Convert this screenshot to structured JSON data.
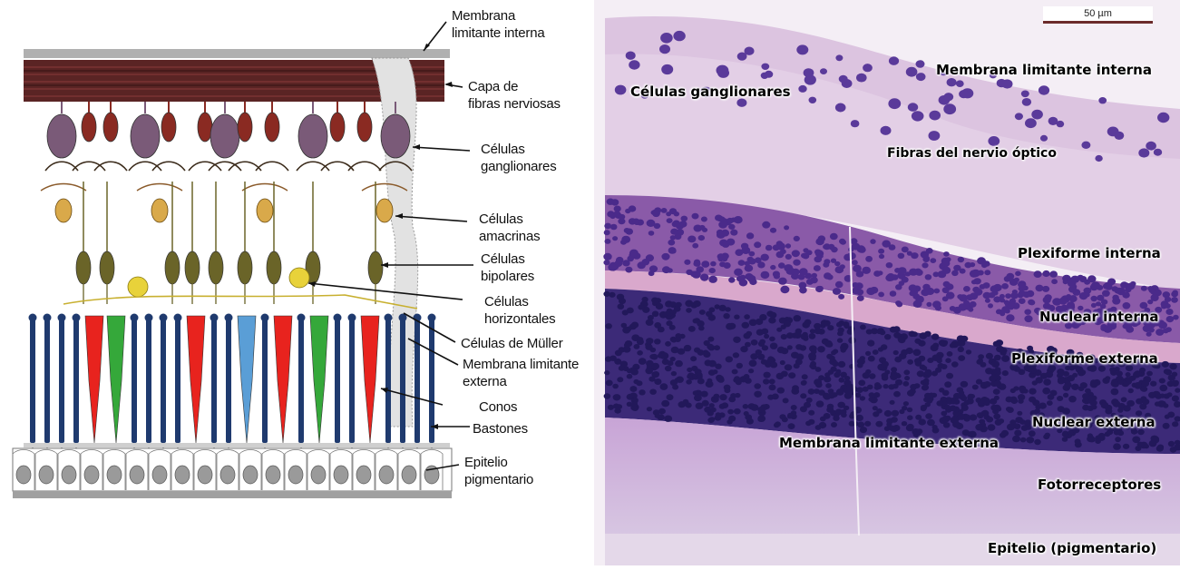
{
  "diagram": {
    "labels": {
      "ilm": [
        "Membrana",
        "limitante interna"
      ],
      "nfl": [
        "Capa de",
        "fibras nerviosas"
      ],
      "gc": [
        "Células",
        "ganglionares"
      ],
      "am": [
        "Células",
        "amacrinas"
      ],
      "bip": [
        "Células",
        "bipolares"
      ],
      "hor": [
        "Células",
        "horizontales"
      ],
      "muller": "Células de Müller",
      "olm": [
        "Membrana limitante",
        "externa"
      ],
      "cones": "Conos",
      "rods": "Bastones",
      "rpe": [
        "Epitelio",
        "pigmentario"
      ]
    },
    "colors": {
      "ganglion": "#7a5a78",
      "ganglion_red": "#8a2a22",
      "bipolar": "#6a6428",
      "amacrine": "#d9a94a",
      "horizontal": "#e8d23a",
      "rod": "#1f3a6e",
      "cone_red": "#e8231e",
      "cone_green": "#35a83a",
      "cone_blue": "#5a9ed6",
      "fibers": "#5a2424",
      "membrane": "#a8a8a8"
    }
  },
  "micrograph": {
    "scale_bar": "50 µm",
    "labels": {
      "gc": "Células ganglionares",
      "ilm": "Membrana limitante interna",
      "fibers": "Fibras del nervio óptico",
      "ipl": "Plexiforme interna",
      "inl": "Nuclear interna",
      "opl": "Plexiforme externa",
      "onl": "Nuclear externa",
      "olm": "Membrana limitante externa",
      "photo": "Fotorreceptores",
      "rpe": "Epitelio (pigmentario)"
    }
  }
}
